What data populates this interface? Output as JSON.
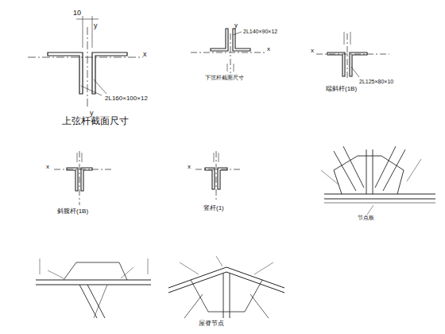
{
  "diagram": {
    "labels": [
      "10",
      "y",
      "x",
      "2L160×100×12",
      "y",
      "上弦杆截面尺寸",
      "y",
      "2L140×90×12",
      "x",
      "下弦杆截面尺寸",
      "x",
      "2L125×80×10",
      "端斜杆(1B)",
      "x",
      "斜腹杆(1B)",
      "x",
      "竖杆(1)",
      "节点板",
      "屋脊节点"
    ]
  }
}
